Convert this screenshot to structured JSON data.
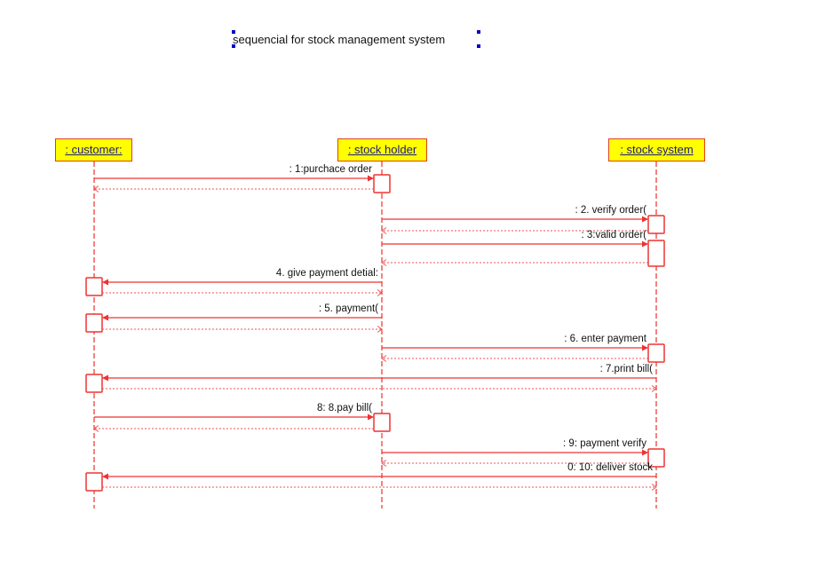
{
  "title": "sequencial for stock management system",
  "colors": {
    "lifeline": "#e8312a",
    "message": "#ee3333",
    "return": "#ee5555",
    "participant_fill": "#ffff00",
    "participant_border": "#e0401a",
    "participant_text": "#1a1a80",
    "selection_handle": "#0000cc"
  },
  "participants": [
    {
      "id": "customer",
      "label": ": customer:"
    },
    {
      "id": "holder",
      "label": ": stock holder"
    },
    {
      "id": "system",
      "label": ": stock system"
    }
  ],
  "messages": [
    {
      "label": ": 1:purchace order",
      "from": "customer",
      "to": "holder"
    },
    {
      "label": ": 2. verify order(",
      "from": "holder",
      "to": "system"
    },
    {
      "label": ": 3:valid order(",
      "from": "holder",
      "to": "system"
    },
    {
      "label": "4. give payment detial:",
      "from": "holder",
      "to": "customer"
    },
    {
      "label": ": 5. payment(",
      "from": "holder",
      "to": "customer"
    },
    {
      "label": ": 6. enter payment",
      "from": "holder",
      "to": "system"
    },
    {
      "label": ": 7.print bill(",
      "from": "system",
      "to": "customer"
    },
    {
      "label": "8: 8.pay bill(",
      "from": "customer",
      "to": "holder"
    },
    {
      "label": ": 9: payment verify",
      "from": "holder",
      "to": "system"
    },
    {
      "label": "0: 10: deliver stock",
      "from": "system",
      "to": "customer"
    }
  ]
}
